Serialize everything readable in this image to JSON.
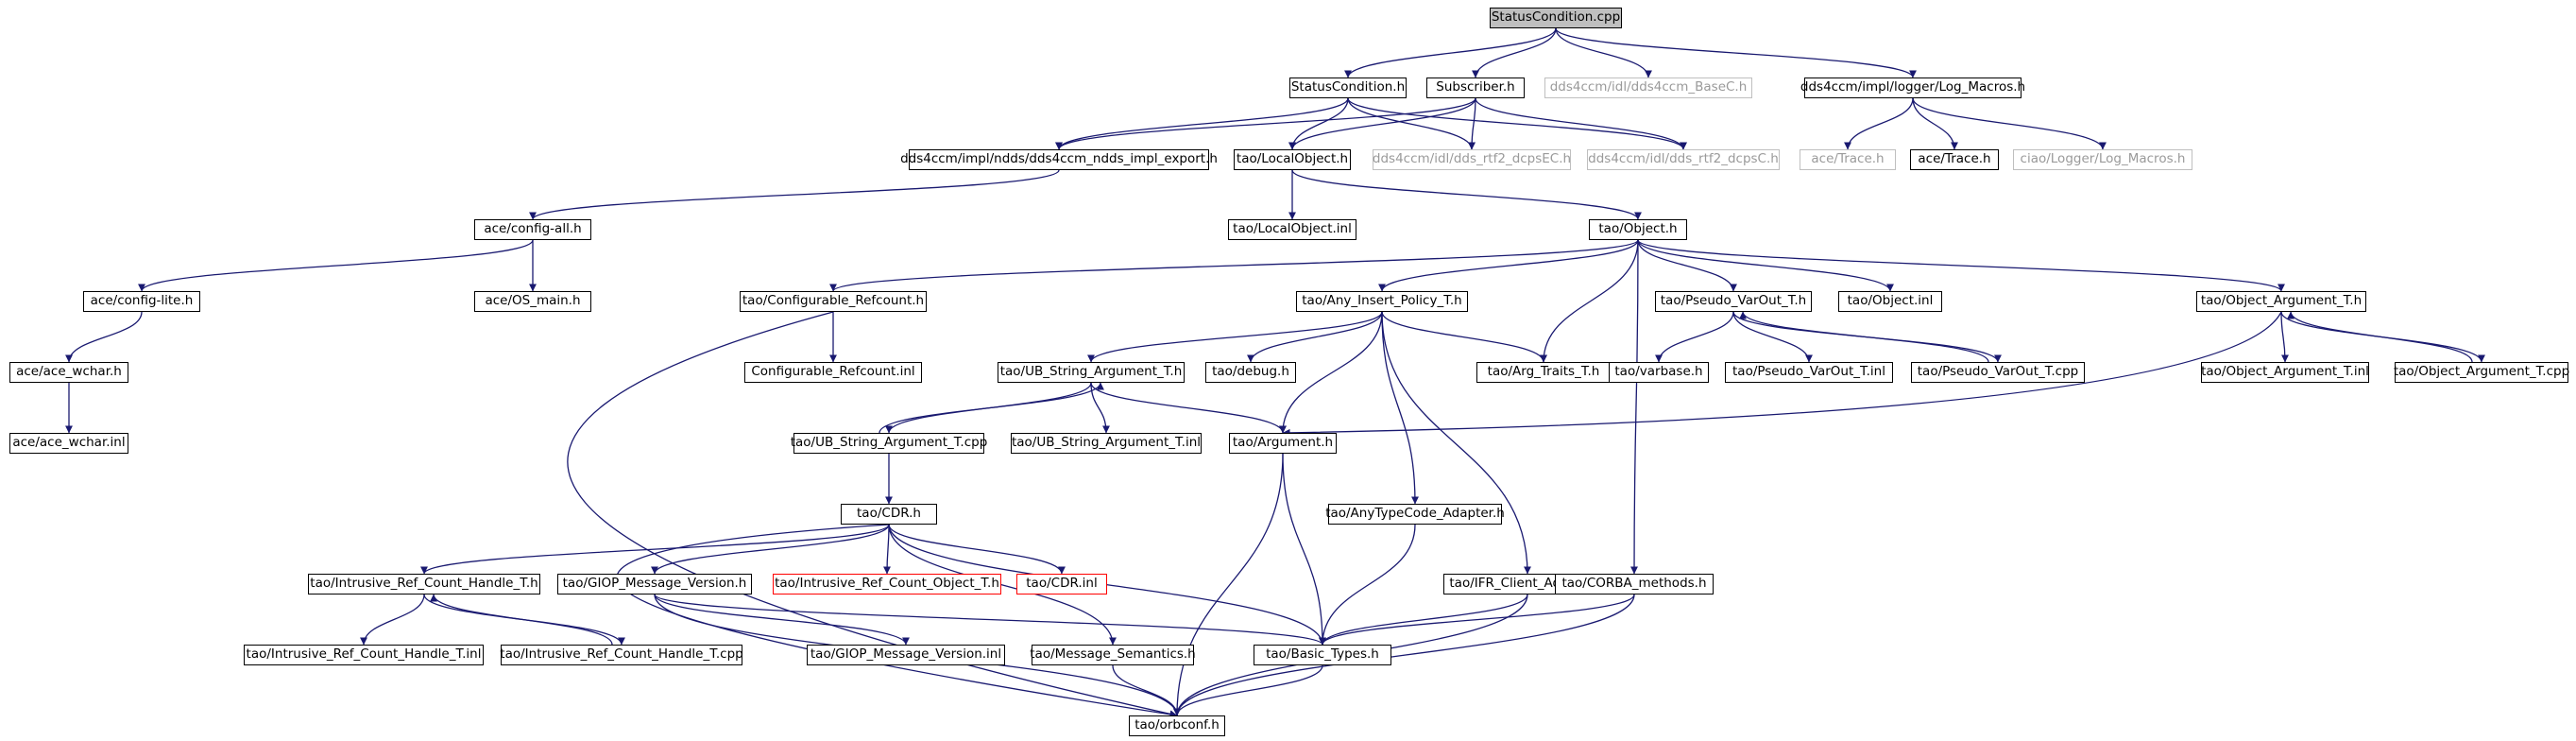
{
  "colors": {
    "edge": "#191970",
    "root_fill": "#bfbfbf",
    "missing_border": "#bfbfbf",
    "missing_text": "#9a9a9a",
    "truncated_border": "#ff0000"
  },
  "nodes": {
    "n0": "StatusCondition.cpp",
    "n1": "StatusCondition.h",
    "n2": "Subscriber.h",
    "n3": "dds4ccm/idl/dds4ccm_BaseC.h",
    "n4": "dds4ccm/impl/logger/Log_Macros.h",
    "n5": "dds4ccm/impl/ndds/dds4ccm_ndds_impl_export.h",
    "n6": "tao/LocalObject.h",
    "n7": "dds4ccm/idl/dds_rtf2_dcpsEC.h",
    "n8": "dds4ccm/idl/dds_rtf2_dcpsC.h",
    "n9": "ace/Trace.h",
    "n10": "ace/Trace.h",
    "n11": "ciao/Logger/Log_Macros.h",
    "n12": "ace/config-all.h",
    "n13": "tao/LocalObject.inl",
    "n14": "tao/Object.h",
    "n15": "ace/config-lite.h",
    "n16": "ace/OS_main.h",
    "n17": "tao/Configurable_Refcount.h",
    "n18": "tao/Any_Insert_Policy_T.h",
    "n19": "tao/Pseudo_VarOut_T.h",
    "n20": "tao/Object.inl",
    "n21": "tao/Object_Argument_T.h",
    "n22": "ace/ace_wchar.h",
    "n23": "Configurable_Refcount.inl",
    "n24": "tao/UB_String_Argument_T.h",
    "n25": "tao/debug.h",
    "n26": "tao/Arg_Traits_T.h",
    "n27": "tao/varbase.h",
    "n28": "tao/Pseudo_VarOut_T.inl",
    "n29": "tao/Pseudo_VarOut_T.cpp",
    "n30": "tao/Object_Argument_T.inl",
    "n31": "tao/Object_Argument_T.cpp",
    "n32": "ace/ace_wchar.inl",
    "n33": "tao/UB_String_Argument_T.cpp",
    "n34": "tao/UB_String_Argument_T.inl",
    "n35": "tao/Argument.h",
    "n36": "tao/CDR.h",
    "n37": "tao/AnyTypeCode_Adapter.h",
    "n38": "tao/Intrusive_Ref_Count_Handle_T.h",
    "n39": "tao/GIOP_Message_Version.h",
    "n40": "tao/Intrusive_Ref_Count_Object_T.h",
    "n41": "tao/CDR.inl",
    "n42": "tao/IFR_Client_Adapter.h",
    "n43": "tao/CORBA_methods.h",
    "n44": "tao/Intrusive_Ref_Count_Handle_T.inl",
    "n45": "tao/Intrusive_Ref_Count_Handle_T.cpp",
    "n46": "tao/GIOP_Message_Version.inl",
    "n47": "tao/Message_Semantics.h",
    "n48": "tao/Basic_Types.h",
    "n49": "tao/orbconf.h"
  }
}
